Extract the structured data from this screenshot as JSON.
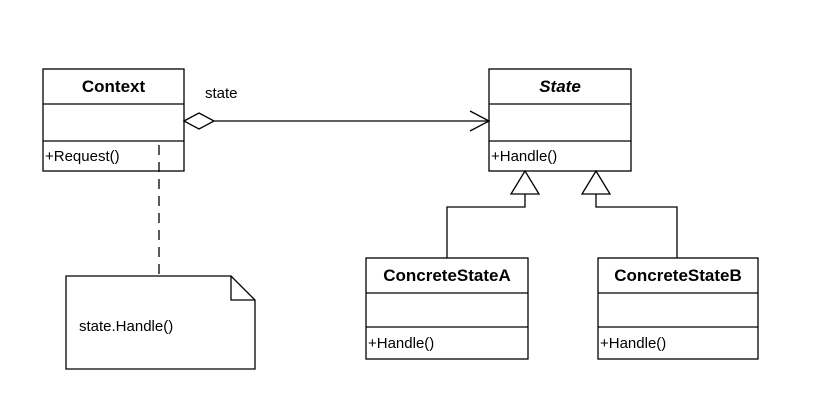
{
  "classes": {
    "context": {
      "name": "Context",
      "methods": [
        "+Request()"
      ],
      "abstract": false
    },
    "state": {
      "name": "State",
      "methods": [
        "+Handle()"
      ],
      "abstract": true
    },
    "concrete_a": {
      "name": "ConcreteStateA",
      "methods": [
        "+Handle()"
      ],
      "abstract": false
    },
    "concrete_b": {
      "name": "ConcreteStateB",
      "methods": [
        "+Handle()"
      ],
      "abstract": false
    }
  },
  "association": {
    "label": "state",
    "from": "Context",
    "to": "State",
    "type": "aggregation"
  },
  "generalizations": [
    {
      "child": "ConcreteStateA",
      "parent": "State"
    },
    {
      "child": "ConcreteStateB",
      "parent": "State"
    }
  ],
  "note": {
    "text": "state.Handle()",
    "attached_to": "Context.Request()"
  },
  "colors": {
    "stroke": "#000000",
    "fill": "#ffffff",
    "background": "#ffffff"
  }
}
